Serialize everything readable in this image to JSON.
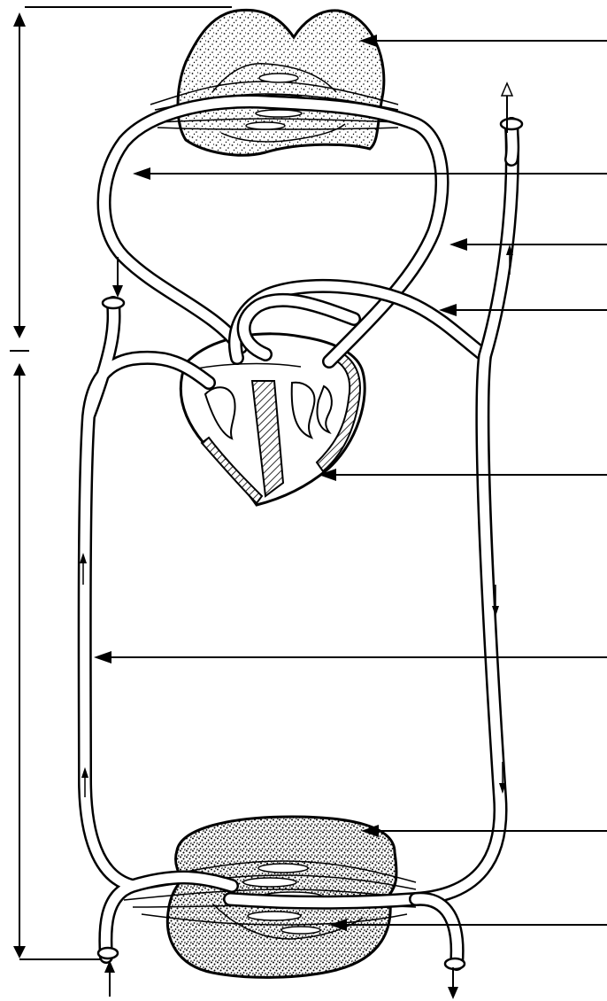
{
  "diagram": {
    "kind": "double circulation diagram (unlabeled)",
    "line_color": "#000000",
    "background_color": "#ffffff",
    "stipple_color": "#000000",
    "parts": [
      "lung-capillary-bed",
      "pulmonary-artery",
      "pulmonary-vein",
      "aorta",
      "heart",
      "vena-cava",
      "body-tissue",
      "body-capillary-bed"
    ],
    "flow_arrows": [
      "vena-cava-top-inflow",
      "vena-cava-upflow",
      "aorta-downflow",
      "body-inflow",
      "body-outflow",
      "upper-body-outflow"
    ],
    "leader_count": 8,
    "bracket_sections": [
      "pulmonary-circuit-bracket",
      "systemic-circuit-bracket"
    ]
  }
}
